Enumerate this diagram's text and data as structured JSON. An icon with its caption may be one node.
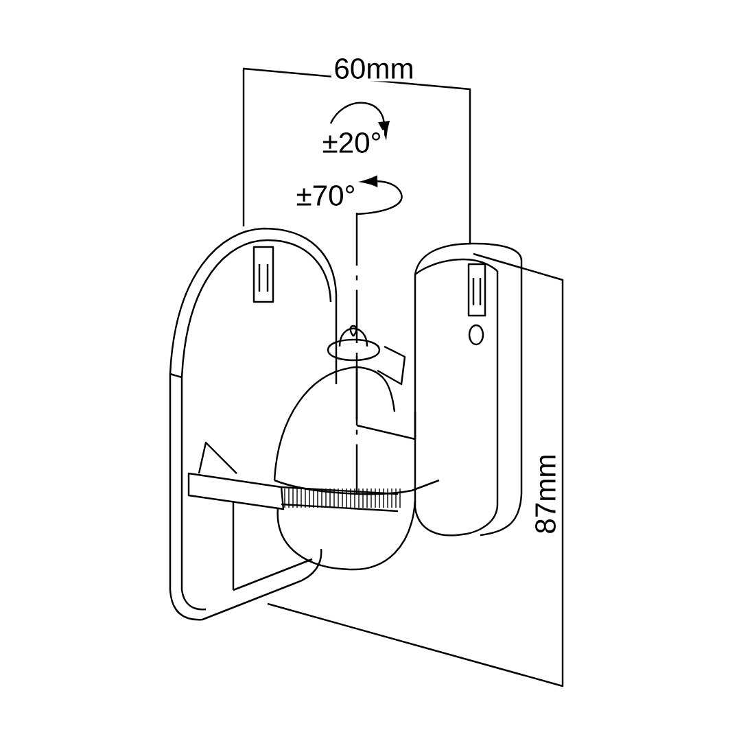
{
  "diagram": {
    "labels": [
      "60mm",
      "±20°",
      "±70°",
      "87mm"
    ]
  }
}
